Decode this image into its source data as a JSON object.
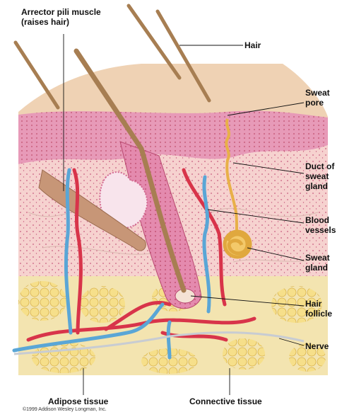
{
  "labels": {
    "arrector": [
      "Arrector pili muscle",
      "(raises hair)"
    ],
    "hair": [
      "Hair"
    ],
    "sweat_pore": [
      "Sweat",
      "pore"
    ],
    "duct": [
      "Duct of",
      "sweat",
      "gland"
    ],
    "blood": [
      "Blood",
      "vessels"
    ],
    "sweat_gland": [
      "Sweat",
      "gland"
    ],
    "follicle": [
      "Hair",
      "follicle"
    ],
    "nerve": [
      "Nerve"
    ],
    "adipose": [
      "Adipose tissue"
    ],
    "connective": [
      "Connective tissue"
    ]
  },
  "copyright": "©1999 Addison Wesley Longman, Inc.",
  "colors": {
    "epidermis": "#e79ab8",
    "dermis": "#f6d2cf",
    "fat": "#f3d779",
    "artery": "#d8344a",
    "vein": "#5aa6d6",
    "nerve": "#c8ccd2",
    "hair": "#a77e52"
  }
}
